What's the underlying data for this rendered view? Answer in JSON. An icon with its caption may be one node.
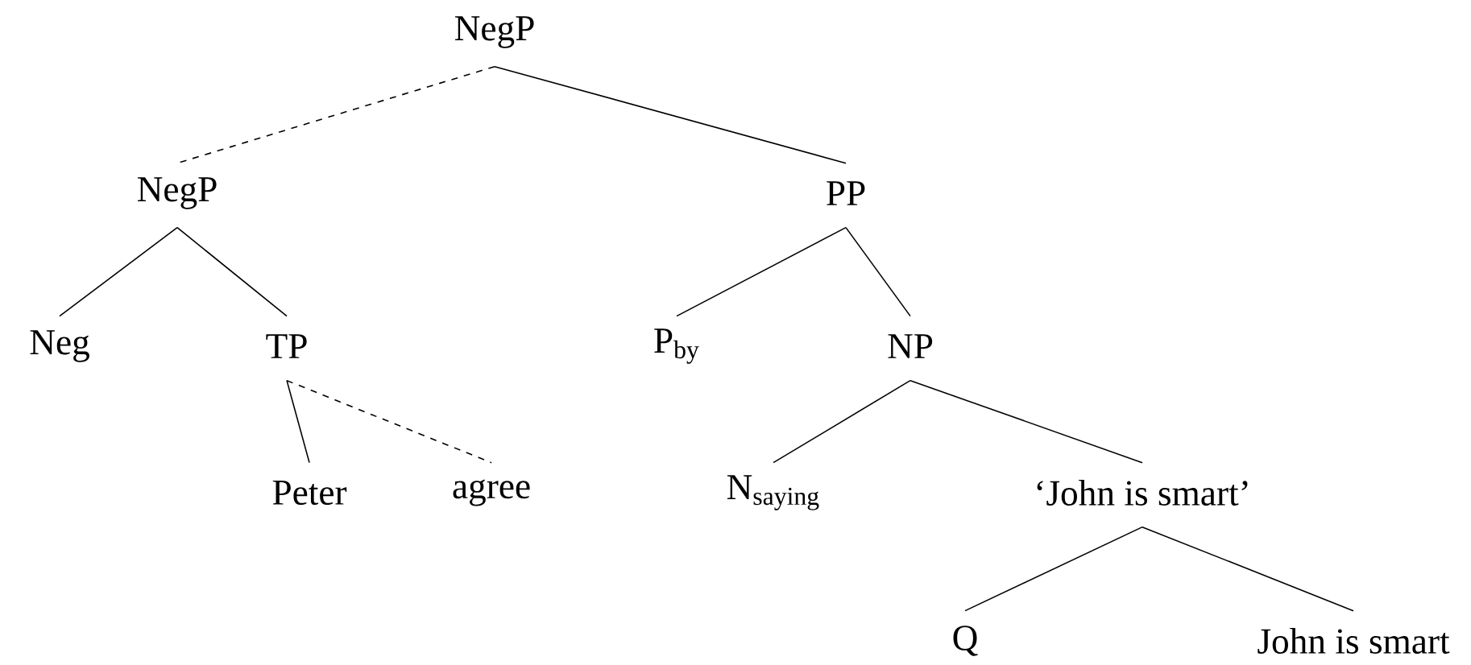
{
  "diagram": {
    "nodes": [
      {
        "text": [
          "NegP"
        ]
      },
      {
        "text": [
          "NegP"
        ]
      },
      {
        "text": [
          "PP"
        ]
      },
      {
        "text": [
          "Neg"
        ]
      },
      {
        "text": [
          "TP"
        ]
      },
      {
        "text": [
          "P$_{by}$"
        ]
      },
      {
        "text": [
          "NP"
        ]
      },
      {
        "text": [
          "Peter"
        ]
      },
      {
        "text": [
          "agree"
        ]
      },
      {
        "text": [
          "N$_{saying}$"
        ]
      },
      {
        "text": [
          "‘John is smart’"
        ]
      },
      {
        "text": [
          "Q"
        ]
      },
      {
        "text": [
          "John is smart"
        ]
      }
    ],
    "edges": [
      {
        "from": 0,
        "to": 1,
        "arrow": "none",
        "style": "dashed"
      },
      {
        "from": 0,
        "to": 2,
        "arrow": "none"
      },
      {
        "from": 1,
        "to": 3,
        "arrow": "none"
      },
      {
        "from": 1,
        "to": 4,
        "arrow": "none"
      },
      {
        "from": 4,
        "to": 7,
        "arrow": "none"
      },
      {
        "from": 4,
        "to": 8,
        "arrow": "none",
        "style": "dashed"
      },
      {
        "from": 2,
        "to": 5,
        "arrow": "none"
      },
      {
        "from": 2,
        "to": 6,
        "arrow": "none"
      },
      {
        "from": 6,
        "to": 9,
        "arrow": "none"
      },
      {
        "from": 6,
        "to": 10,
        "arrow": "none"
      },
      {
        "from": 10,
        "to": 11,
        "arrow": "none"
      },
      {
        "from": 10,
        "to": 12,
        "arrow": "none"
      }
    ]
  }
}
